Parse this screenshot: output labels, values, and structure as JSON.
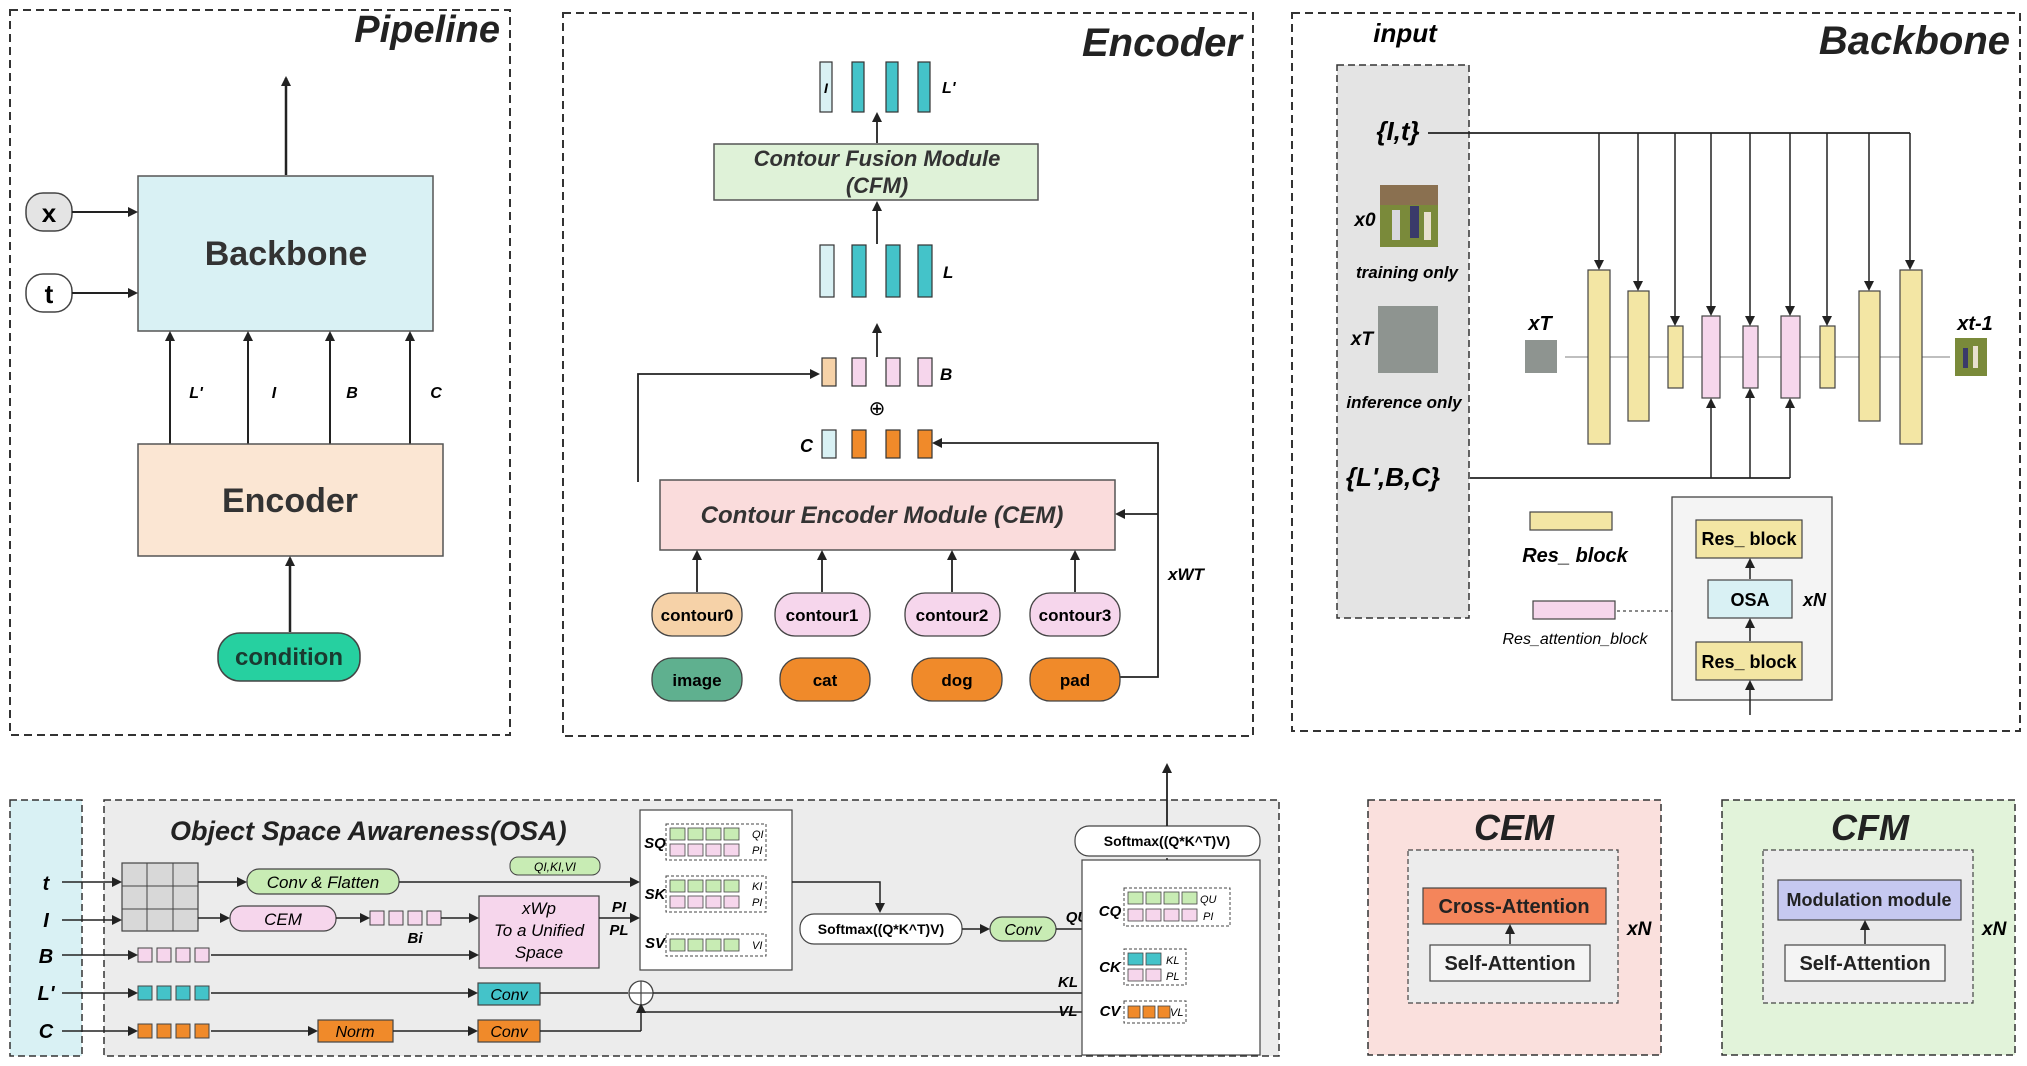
{
  "pipeline": {
    "title": "Pipeline",
    "x": "x",
    "t": "t",
    "backbone": "Backbone",
    "encoder": "Encoder",
    "condition": "condition",
    "arrow_labels": [
      "L'",
      "I",
      "B",
      "C"
    ]
  },
  "encoder": {
    "title": "Encoder",
    "cfm": "Contour Fusion Module",
    "cfm2": "(CFM)",
    "cem": "Contour Encoder Module  (CEM)",
    "label_i": "I",
    "label_lp": "L'",
    "label_l": "L",
    "label_b": "B",
    "label_c": "C",
    "oplus": "⊕",
    "xwt": "xWT",
    "contours": [
      "contour0",
      "contour1",
      "contour2",
      "contour3"
    ],
    "items": [
      "image",
      "cat",
      "dog",
      "pad"
    ]
  },
  "backbone": {
    "title": "Backbone",
    "input": "input",
    "lt": "{I,t}",
    "x0": "x0",
    "training": "training only",
    "xT": "xT",
    "inference": "inference only",
    "lbc": "{L',B,C}",
    "xT2": "xT",
    "xt1": "xt-1",
    "res_block_legend": "Res_ block",
    "res_attn_legend": "Res_attention_block",
    "res1": "Res_ block",
    "osa": "OSA",
    "res2": "Res_ block",
    "xn": "xN"
  },
  "osa": {
    "title": "Object Space Awareness(OSA)",
    "inputs": [
      "t",
      "I",
      "B",
      "L'",
      "C"
    ],
    "conv_flatten": "Conv & Flatten",
    "qkv": "QI,KI,VI",
    "cem": "CEM",
    "bi": "Bi",
    "xwp1": "xWp",
    "xwp2": "To a Unified",
    "xwp3": "Space",
    "pi": "PI",
    "pl": "PL",
    "conv1": "Conv",
    "norm": "Norm",
    "conv2": "Conv",
    "sq": "SQ",
    "sk": "SK",
    "sv": "SV",
    "qi": "QI",
    "pi2": "PI",
    "ki": "KI",
    "pi3": "PI",
    "vi": "VI",
    "softmax1": "Softmax((Q*K^T)V)",
    "conv3": "Conv",
    "qu": "QU",
    "kl": "KL",
    "vl": "VL",
    "softmax2": "Softmax((Q*K^T)V)",
    "cq": "CQ",
    "ck": "CK",
    "cv": "CV",
    "qu2": "QU",
    "pi4": "PI",
    "kl2": "KL",
    "pl2": "PL",
    "vl2": "VL"
  },
  "cem_panel": {
    "title": "CEM",
    "cross": "Cross-Attention",
    "self": "Self-Attention",
    "xn": "xN"
  },
  "cfm_panel": {
    "title": "CFM",
    "mod": "Modulation module",
    "self": "Self-Attention",
    "xn": "xN"
  },
  "colors": {
    "backbone_fill": "#d9f1f4",
    "encoder_fill": "#fbe6d3",
    "condition_fill": "#26d0a0",
    "cfm_fill": "#dff2d8",
    "cem_fill": "#fadcdc",
    "teal": "#44c3c9",
    "orange": "#f08a2a",
    "pink": "#f6d6ec",
    "peach": "#f6d2a8",
    "yellow": "#f3e6a4",
    "green_pill": "#c8ecb4",
    "purple": "#c6c8f0",
    "gray_panel": "#ececec",
    "cem_panel": "#fae0dd",
    "cfm_panel": "#e2f3da",
    "cross_attn": "#f4855b"
  }
}
